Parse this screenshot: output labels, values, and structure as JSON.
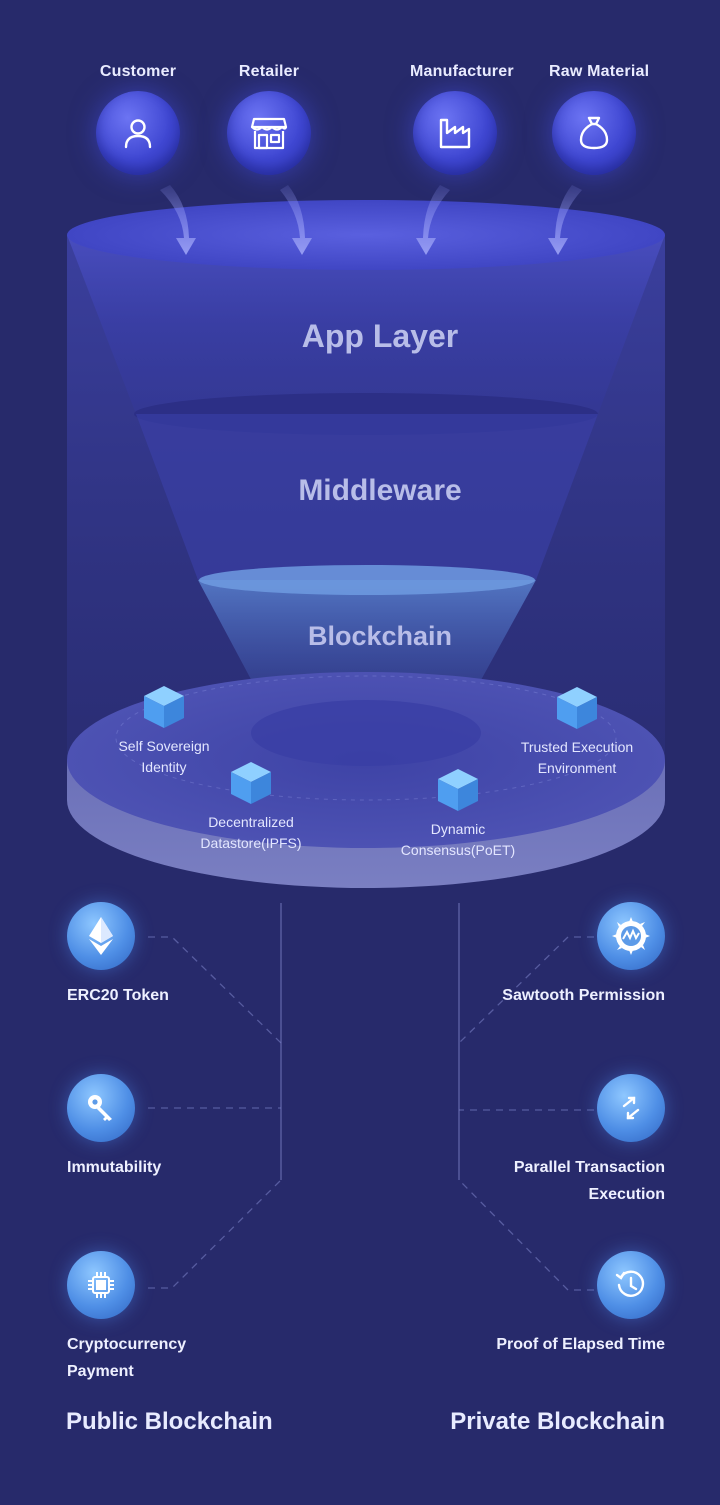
{
  "actors": [
    {
      "label": "Customer",
      "icon": "person-icon"
    },
    {
      "label": "Retailer",
      "icon": "store-icon"
    },
    {
      "label": "Manufacturer",
      "icon": "factory-icon"
    },
    {
      "label": "Raw Material",
      "icon": "sack-icon"
    }
  ],
  "layers": {
    "app": "App Layer",
    "middleware": "Middleware",
    "blockchain": "Blockchain"
  },
  "nodes": [
    {
      "label": "Self Sovereign\nIdentity",
      "icon": "cube-icon"
    },
    {
      "label": "Decentralized\nDatastore(IPFS)",
      "icon": "cube-icon"
    },
    {
      "label": "Dynamic\nConsensus(PoET)",
      "icon": "cube-icon"
    },
    {
      "label": "Trusted Execution\nEnvironment",
      "icon": "cube-icon"
    }
  ],
  "public_features": [
    {
      "label": "ERC20 Token",
      "icon": "ethereum-icon"
    },
    {
      "label": "Immutability",
      "icon": "key-icon"
    },
    {
      "label": "Cryptocurrency\nPayment",
      "icon": "chip-icon"
    }
  ],
  "private_features": [
    {
      "label": "Sawtooth Permission",
      "icon": "sawtooth-icon"
    },
    {
      "label": "Parallel Transaction\nExecution",
      "icon": "parallel-arrows-icon"
    },
    {
      "label": "Proof of Elapsed Time",
      "icon": "history-clock-icon"
    }
  ],
  "sections": {
    "public": "Public Blockchain",
    "private": "Private Blockchain"
  },
  "colors": {
    "background": "#272a6b",
    "actor_circle": "#4a52de",
    "feature_circle": "#5a9cf0",
    "cube": "#5fb0f5"
  }
}
